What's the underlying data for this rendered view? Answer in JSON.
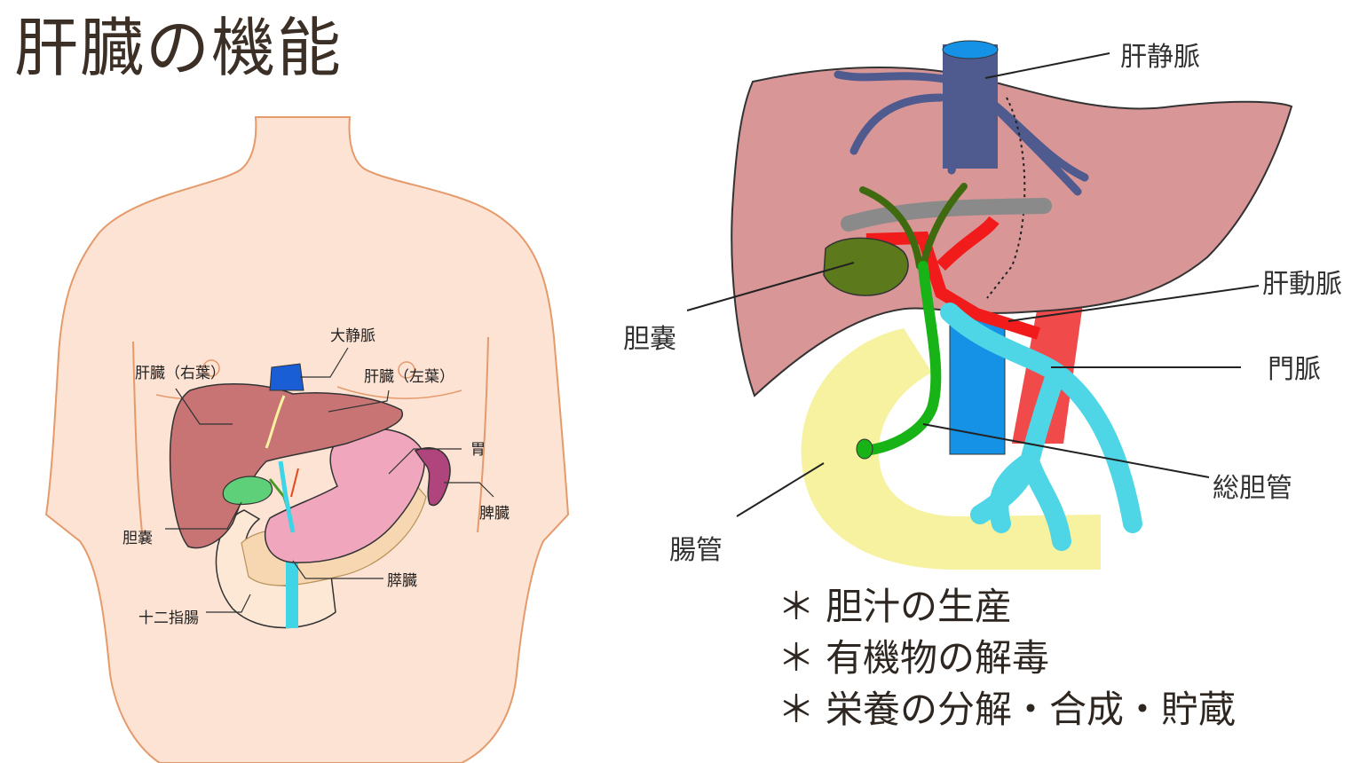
{
  "title": "肝臓の機能",
  "left_diagram": {
    "labels": {
      "vena_cava": "大静脈",
      "liver_right": "肝臓（右葉）",
      "liver_left": "肝臓（左葉）",
      "stomach": "胃",
      "spleen": "脾臓",
      "gallbladder": "胆嚢",
      "pancreas": "膵臓",
      "duodenum": "十二指腸"
    }
  },
  "right_diagram": {
    "labels": {
      "hepatic_vein": "肝静脈",
      "hepatic_artery": "肝動脈",
      "gallbladder": "胆嚢",
      "portal_vein": "門脈",
      "common_bile_duct": "総胆管",
      "intestine": "腸管"
    }
  },
  "functions": {
    "bullet": "＊",
    "items": [
      "胆汁の生産",
      "有機物の解毒",
      "栄養の分解・合成・貯蔵"
    ]
  },
  "colors": {
    "skin": "#fde3d3",
    "skin_outline": "#e59a6c",
    "liver": "#d99696",
    "liver_dark": "#c87474",
    "stomach": "#f0a6bd",
    "gallbladder": "#5c7a1c",
    "bile_duct": "#17b317",
    "portal_vein": "#4ed6e6",
    "vena_cava": "#1592e6",
    "artery": "#f23b3b",
    "hepatic_vein": "#4f5a8e",
    "intestine": "#f7f2a0",
    "spleen": "#b0457e",
    "pancreas": "#f6d7b2"
  }
}
